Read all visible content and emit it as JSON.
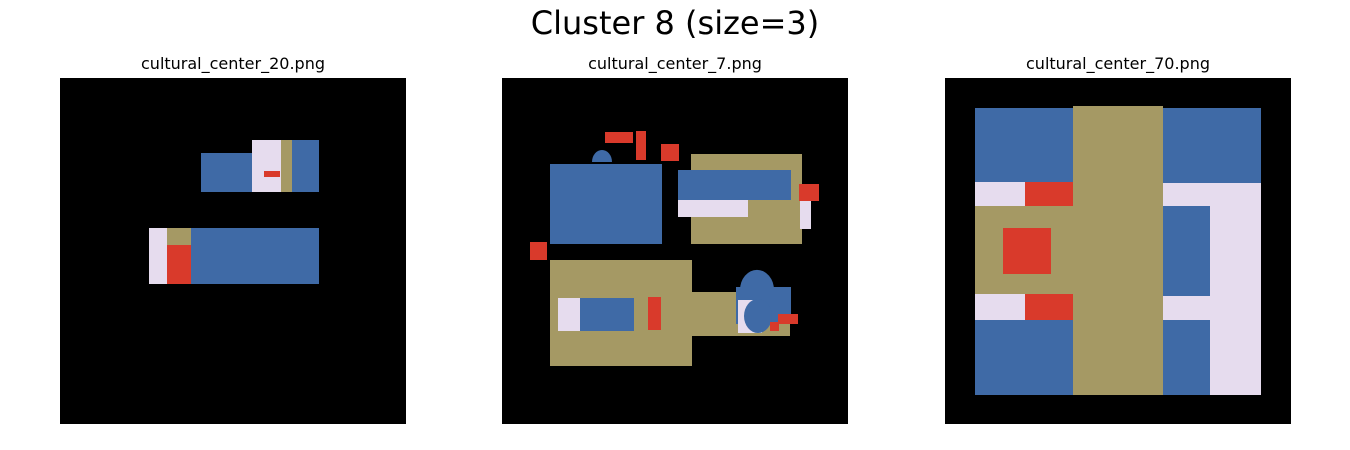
{
  "figure": {
    "title": "Cluster 8 (size=3)"
  },
  "colors": {
    "background": "#000000",
    "blue": "#3f6aa6",
    "tan": "#a59964",
    "lavender": "#e6dcee",
    "red": "#d93a2b"
  },
  "panels": [
    {
      "title": "cultural_center_20.png"
    },
    {
      "title": "cultural_center_7.png"
    },
    {
      "title": "cultural_center_70.png"
    }
  ]
}
